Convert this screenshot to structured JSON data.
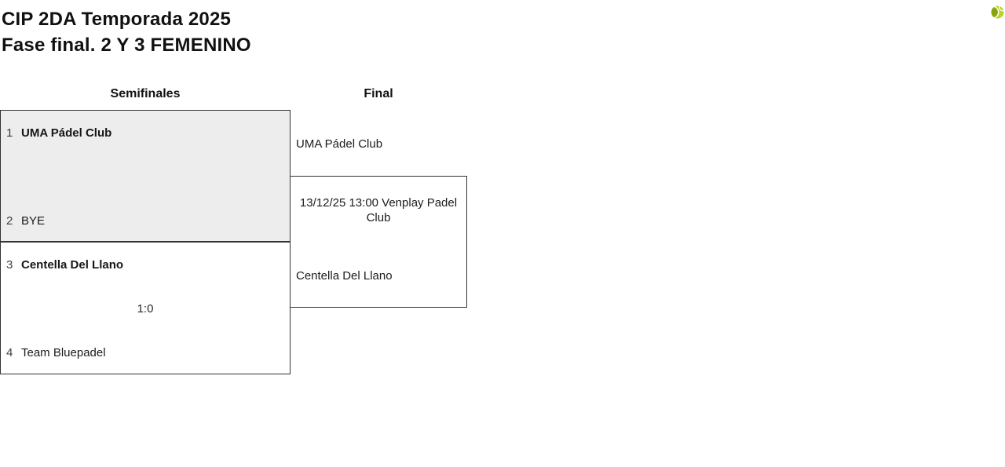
{
  "page": {
    "title_line1": "CIP 2DA Temporada 2025",
    "title_line2": "Fase final. 2 Y 3 FEMENINO"
  },
  "colors": {
    "winner_box_bg": "#ededed",
    "box_border": "#333333",
    "ball_main": "#bcd322",
    "ball_dark": "#87a30e",
    "ball_stripe": "#ffffff"
  },
  "rounds": {
    "semifinals": {
      "label": "Semifinales",
      "matches": [
        {
          "team1": {
            "seed": "1",
            "name": "UMA Pádel Club"
          },
          "team2": {
            "seed": "2",
            "name": "BYE"
          },
          "score": ""
        },
        {
          "team1": {
            "seed": "3",
            "name": "Centella Del Llano"
          },
          "team2": {
            "seed": "4",
            "name": "Team Bluepadel"
          },
          "score": "1:0"
        }
      ]
    },
    "final": {
      "label": "Final",
      "team1": "UMA Pádel Club",
      "match_info": "13/12/25 13:00 Venplay Padel Club",
      "team2": "Centella Del Llano"
    }
  }
}
